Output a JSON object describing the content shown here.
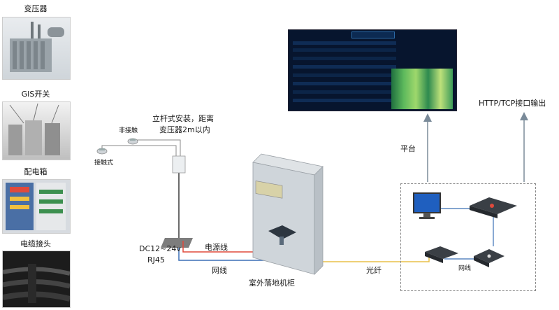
{
  "left_column": {
    "items": [
      {
        "label": "变压器"
      },
      {
        "label": "GIS开关"
      },
      {
        "label": "配电箱"
      },
      {
        "label": "电缆接头"
      }
    ]
  },
  "sensors": {
    "non_contact": "非接触",
    "contact": "接触式",
    "install_note_line1": "立杆式安装，距离",
    "install_note_line2": "变压器2m以内"
  },
  "wiring": {
    "power_spec_line1": "DC12~24v",
    "power_spec_line2": "RJ45",
    "power_line": "电源线",
    "network_line_left": "网线",
    "fiber": "光纤",
    "network_line_right": "网线"
  },
  "cabinet": {
    "label": "室外落地机柜"
  },
  "platform": {
    "label": "平台",
    "output": "HTTP/TCP接口输出"
  },
  "colors": {
    "power_line": "#e04a3c",
    "network_line": "#3a6fb5",
    "fiber_line": "#e8c04a",
    "arrow": "#7a8a99"
  }
}
